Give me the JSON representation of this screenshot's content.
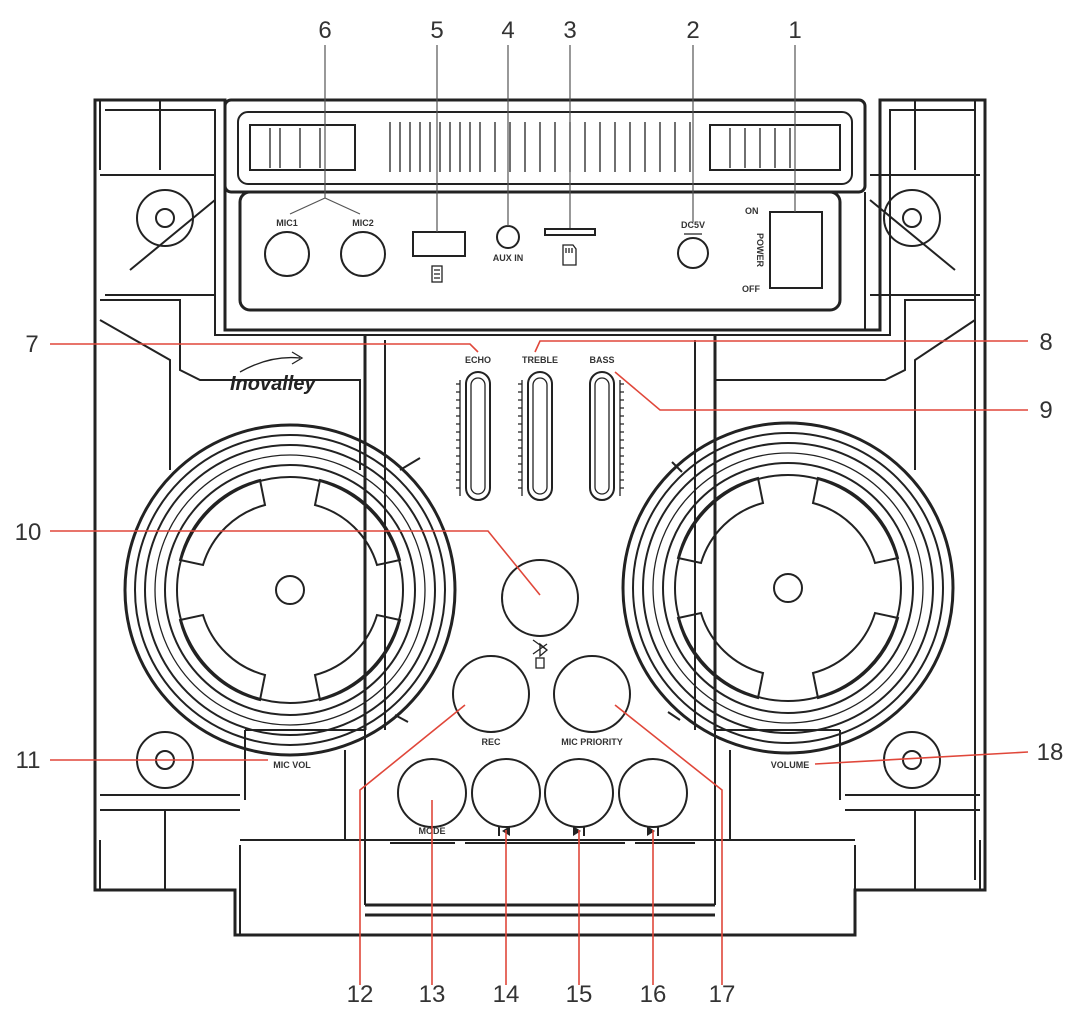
{
  "callouts": [
    "1",
    "2",
    "3",
    "4",
    "5",
    "6",
    "7",
    "8",
    "9",
    "10",
    "11",
    "12",
    "13",
    "14",
    "15",
    "16",
    "17",
    "18"
  ],
  "brand": "Inovalley",
  "labels": {
    "mic1": "MIC1",
    "mic2": "MIC2",
    "aux_in": "AUX IN",
    "dc_in": "DC5V",
    "on": "ON",
    "power": "POWER",
    "off": "OFF",
    "echo": "ECHO",
    "treble": "TREBLE",
    "bass": "BASS",
    "rec": "REC",
    "mic_priority": "MIC PRIORITY",
    "mic_vol": "MIC VOL",
    "volume": "VOLUME",
    "mode": "MODE"
  },
  "colors": {
    "leader": "#e0473a",
    "outline": "#222222"
  },
  "icons": [
    "usb-icon",
    "sd-card-icon",
    "bluetooth-icon",
    "prev-icon",
    "play-pause-icon",
    "next-icon"
  ]
}
